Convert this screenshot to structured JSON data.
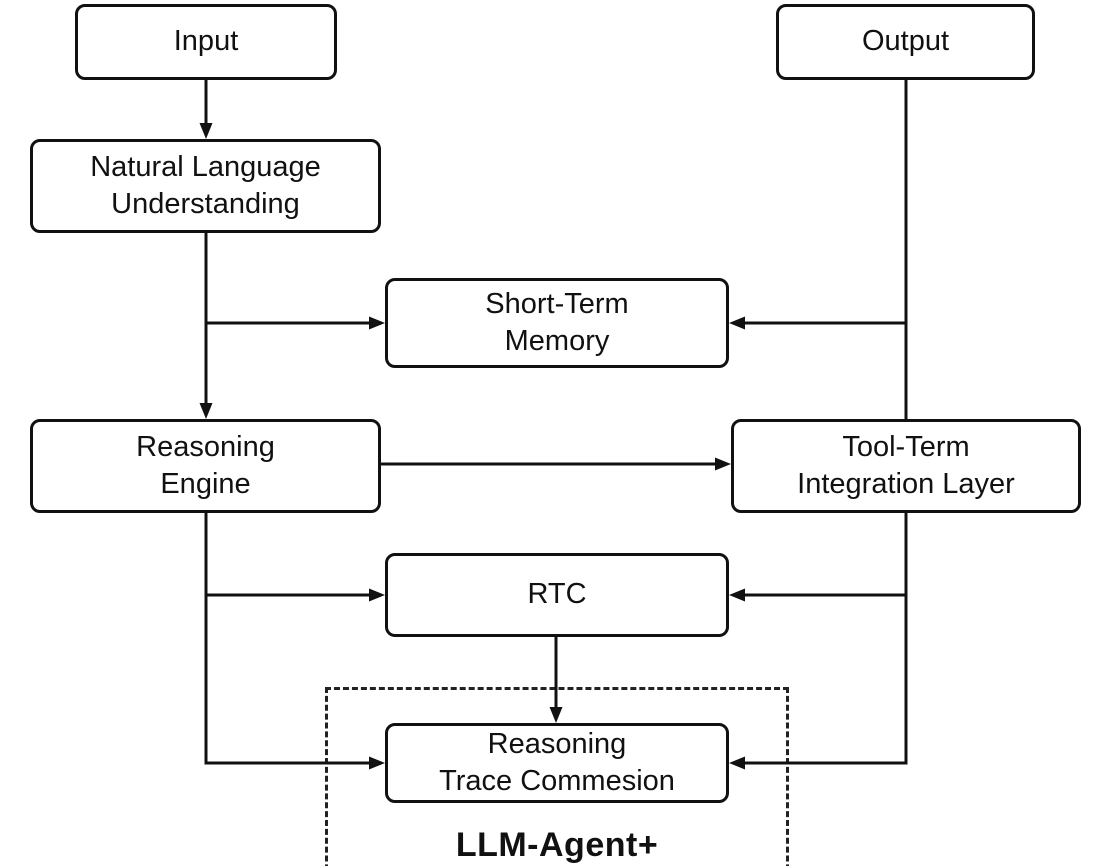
{
  "diagram": {
    "nodes": {
      "input": "Input",
      "output": "Output",
      "nlu": "Natural Language\nUnderstanding",
      "short_term_memory": "Short-Term\nMemory",
      "reasoning_engine": "Reasoning\nEngine",
      "tool_integration": "Tool-Term\nIntegration Layer",
      "rtc": "RTC",
      "trace_commesion": "Reasoning\nTrace Commesion"
    },
    "group_label": "LLM-Agent+",
    "edges": [
      {
        "from": "input",
        "to": "nlu"
      },
      {
        "from": "nlu",
        "to": "reasoning_engine"
      },
      {
        "from": "nlu",
        "to": "short_term_memory"
      },
      {
        "from": "output",
        "to": "short_term_memory"
      },
      {
        "from": "output",
        "to": "tool_integration"
      },
      {
        "from": "reasoning_engine",
        "to": "tool_integration"
      },
      {
        "from": "reasoning_engine",
        "to": "rtc"
      },
      {
        "from": "reasoning_engine",
        "to": "trace_commesion"
      },
      {
        "from": "tool_integration",
        "to": "rtc"
      },
      {
        "from": "tool_integration",
        "to": "trace_commesion"
      },
      {
        "from": "rtc",
        "to": "trace_commesion"
      }
    ],
    "colors": {
      "stroke": "#111111",
      "background": "#ffffff"
    }
  }
}
